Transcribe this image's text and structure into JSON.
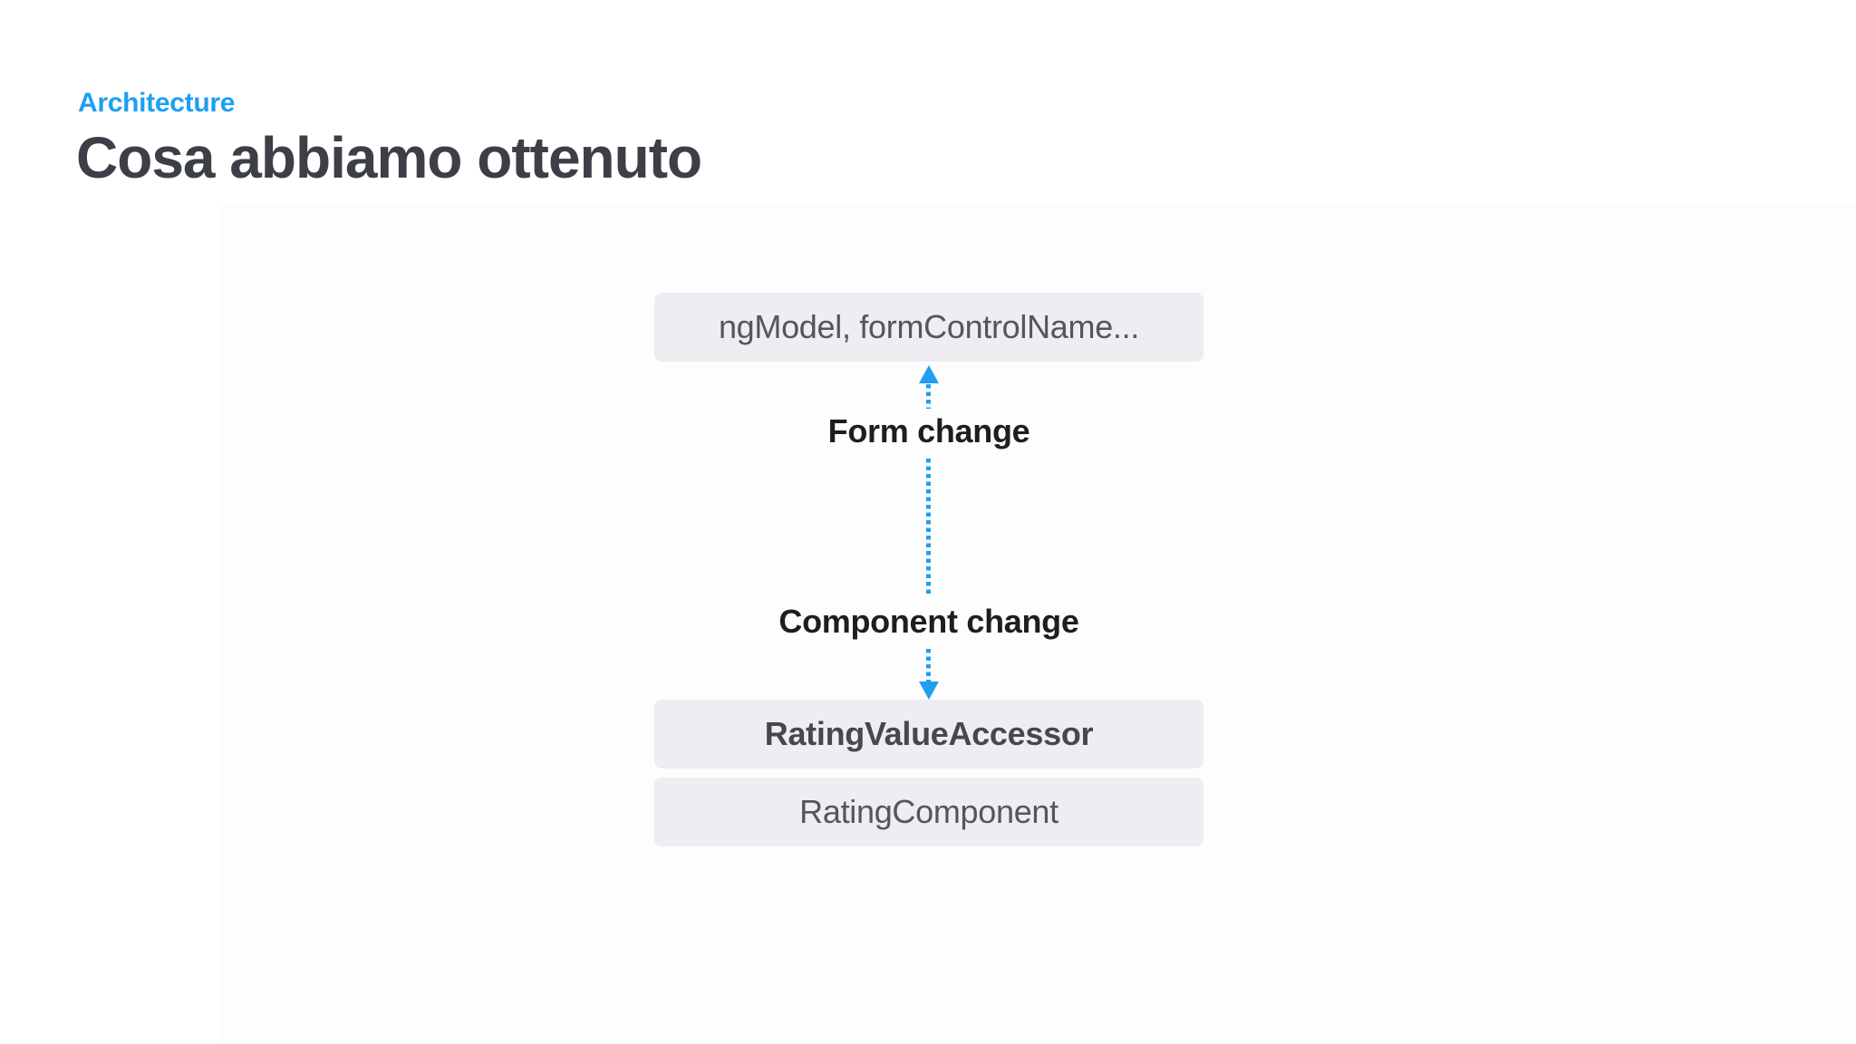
{
  "slide": {
    "kicker": "Architecture",
    "title": "Cosa abbiamo ottenuto"
  },
  "diagram": {
    "top_node": {
      "label": "ngModel, formControlName..."
    },
    "edge": {
      "type": "bidirectional-dotted-arrow",
      "label_up": "Form change",
      "label_down": "Component change"
    },
    "bottom_nodes": [
      {
        "label": "RatingValueAccessor"
      },
      {
        "label": "RatingComponent"
      }
    ]
  },
  "colors": {
    "accent": "#1e9ff2",
    "node_bg": "#eeedf1",
    "title_text": "#3d3f46",
    "node_text": "#54565c",
    "node_text_bold": "#46484e",
    "edge_label_text": "#1c1e22"
  }
}
